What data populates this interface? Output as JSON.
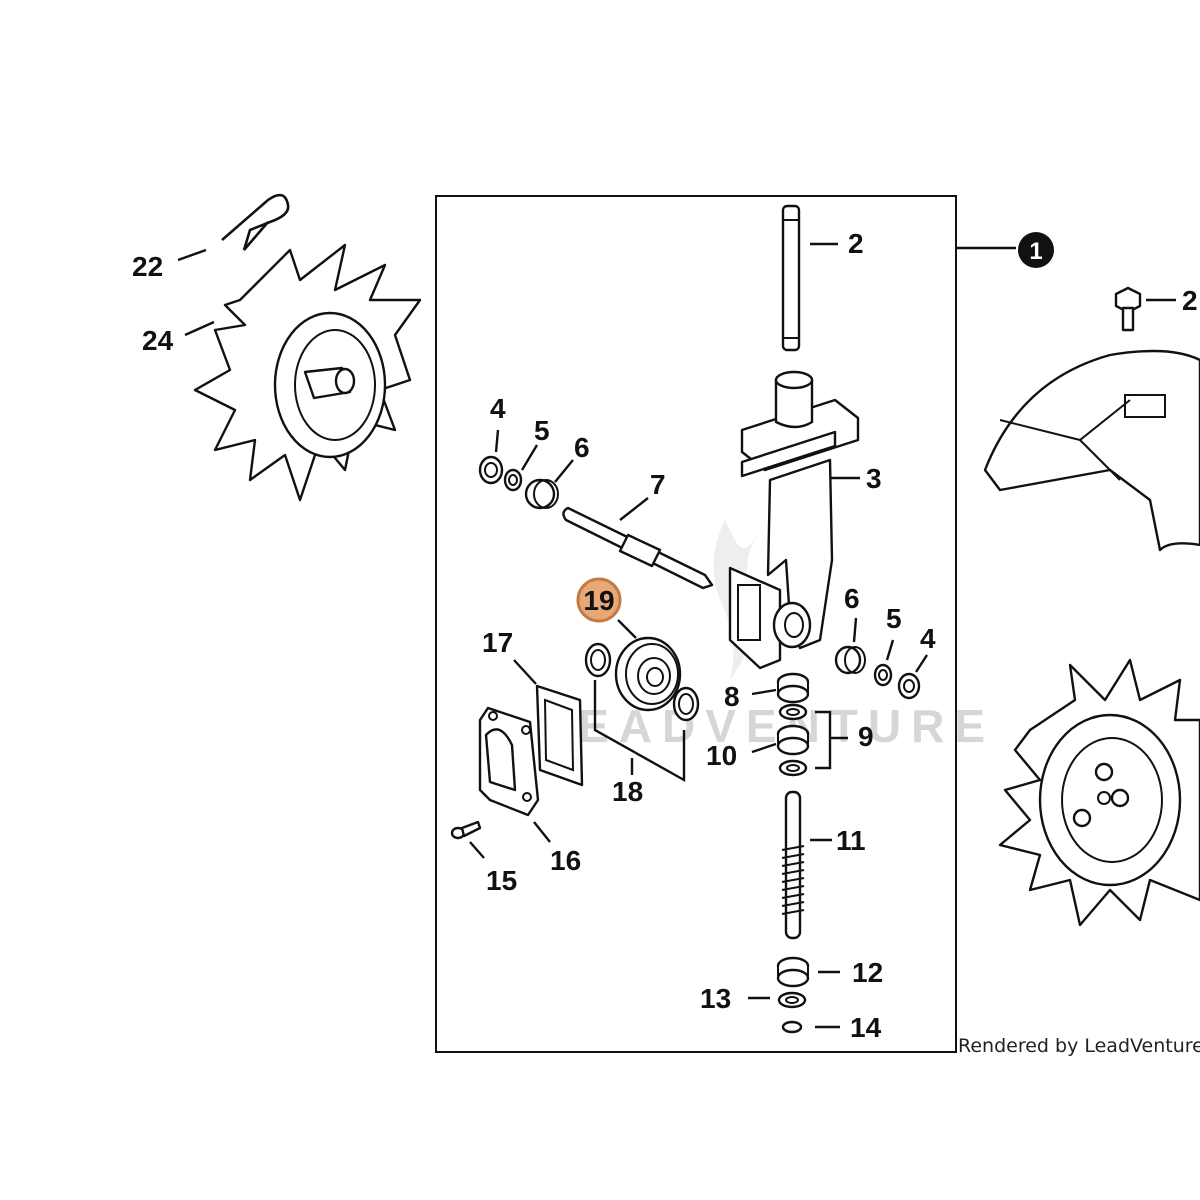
{
  "assembly_marker": "1",
  "highlighted_callout": "19",
  "highlight_color": "#e8a878",
  "credit": "Rendered by LeadVenture, Inc",
  "watermark": "LEADVENTURE",
  "callouts": {
    "c2": "2",
    "c2b": "2",
    "c3": "3",
    "c4a": "4",
    "c5a": "5",
    "c6a": "6",
    "c7": "7",
    "c6b": "6",
    "c5b": "5",
    "c4b": "4",
    "c8": "8",
    "c9": "9",
    "c10": "10",
    "c11": "11",
    "c12": "12",
    "c13": "13",
    "c14": "14",
    "c15": "15",
    "c16": "16",
    "c17": "17",
    "c18": "18",
    "c22": "22",
    "c24": "24"
  }
}
